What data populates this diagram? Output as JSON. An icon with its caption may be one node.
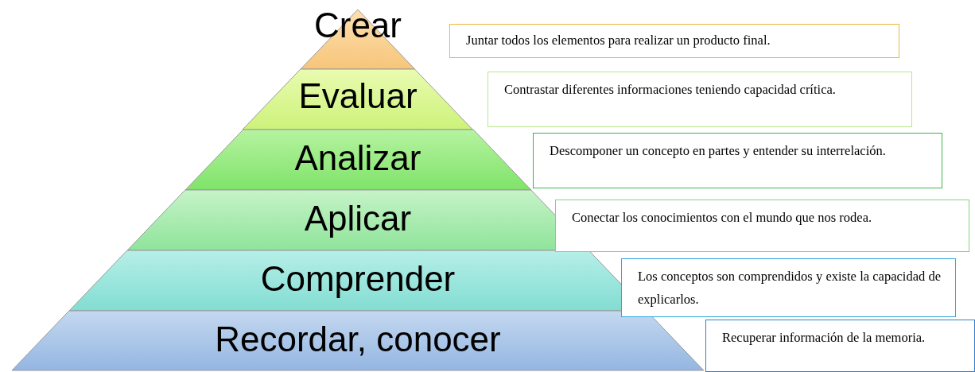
{
  "diagram": {
    "nodes": [
      {
        "text": [
          "Crear"
        ]
      },
      {
        "text": [
          "Evaluar"
        ]
      },
      {
        "text": [
          "Analizar"
        ]
      },
      {
        "text": [
          "Aplicar"
        ]
      },
      {
        "text": [
          "Comprender"
        ]
      },
      {
        "text": [
          "Recordar, conocer"
        ]
      },
      {
        "text": [
          "Juntar todos los elementos para realizar un producto final."
        ]
      },
      {
        "text": [
          "Contrastar diferentes informaciones teniendo capacidad crítica."
        ]
      },
      {
        "text": [
          "Descomponer un concepto en partes y entender su interrelación."
        ]
      },
      {
        "text": [
          "Conectar los conocimientos con el mundo que nos rodea."
        ]
      },
      {
        "text": [
          "Los conceptos son comprendidos y existe la capacidad de explicarlos."
        ]
      },
      {
        "text": [
          "Recuperar información de la memoria."
        ]
      }
    ]
  }
}
